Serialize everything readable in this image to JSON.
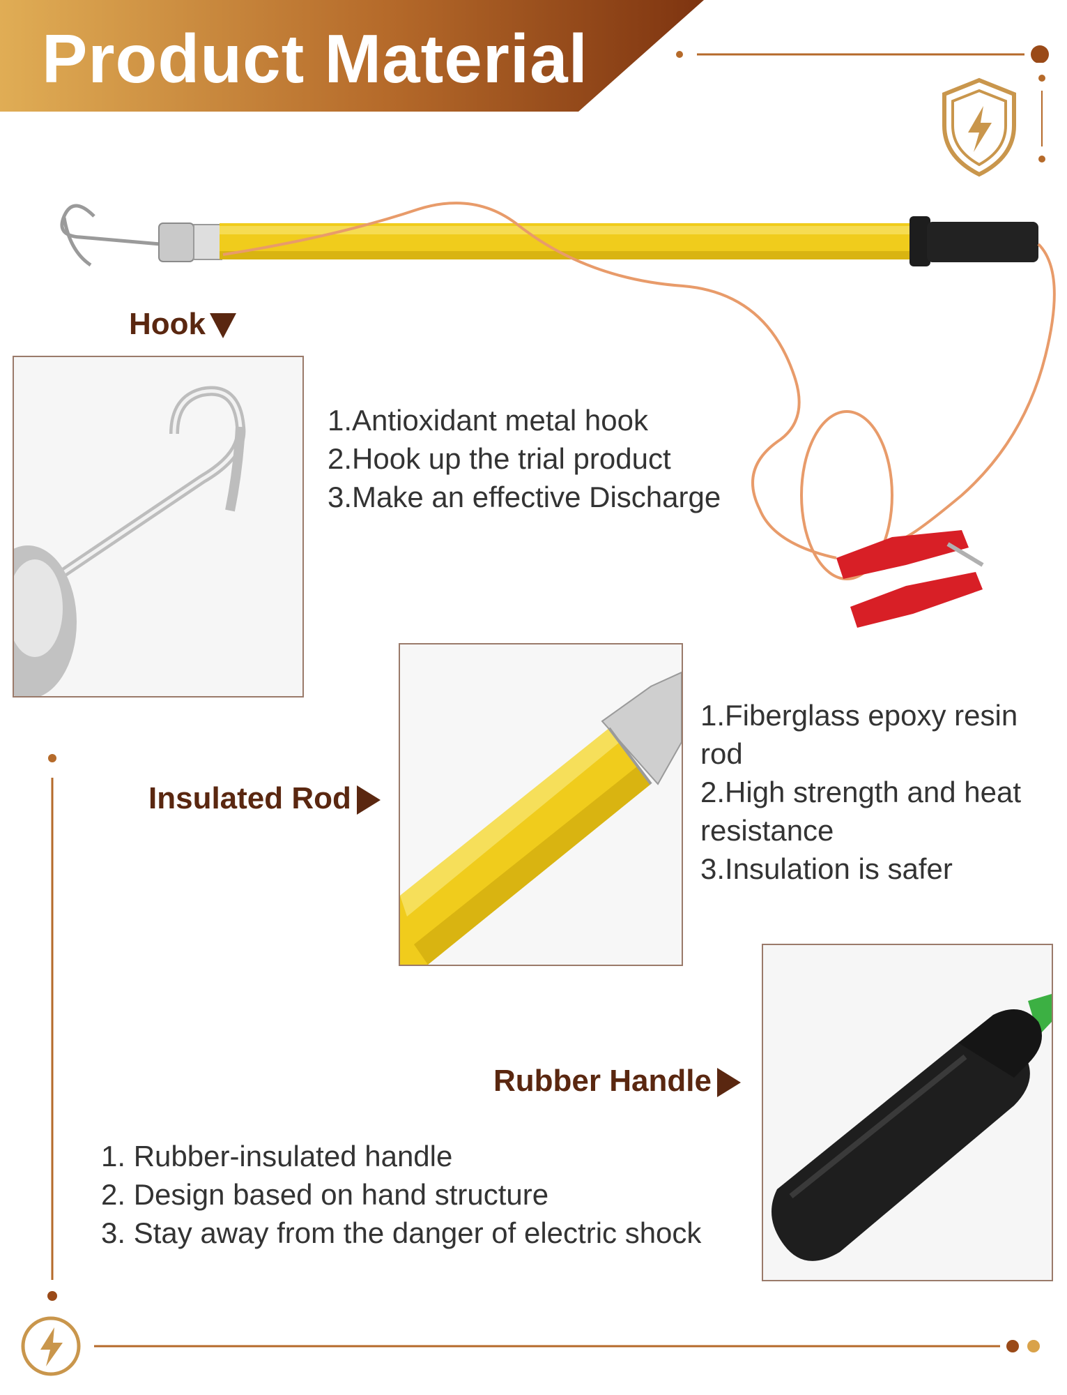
{
  "header": {
    "title": "Product Material"
  },
  "sections": {
    "hook": {
      "label": "Hook",
      "features": [
        "1.Antioxidant metal hook",
        "2.Hook up the trial product",
        "3.Make an effective Discharge"
      ]
    },
    "rod": {
      "label": "Insulated Rod",
      "features": [
        "1.Fiberglass epoxy resin",
        "rod",
        "2.High strength and heat",
        "resistance",
        "3.Insulation is safer"
      ]
    },
    "handle": {
      "label": "Rubber Handle",
      "features": [
        "1. Rubber-insulated handle",
        "2. Design based on hand structure",
        "3. Stay away from the danger of electric shock"
      ]
    }
  },
  "colors": {
    "brand_brown": "#5a2710",
    "banner_gold": "#d9a24a",
    "banner_brown": "#8a3d12",
    "rod_yellow": "#f0cc1c",
    "clamp_red": "#d81f26"
  },
  "icons": [
    "shield-lightning-icon",
    "lightning-circle-icon"
  ]
}
